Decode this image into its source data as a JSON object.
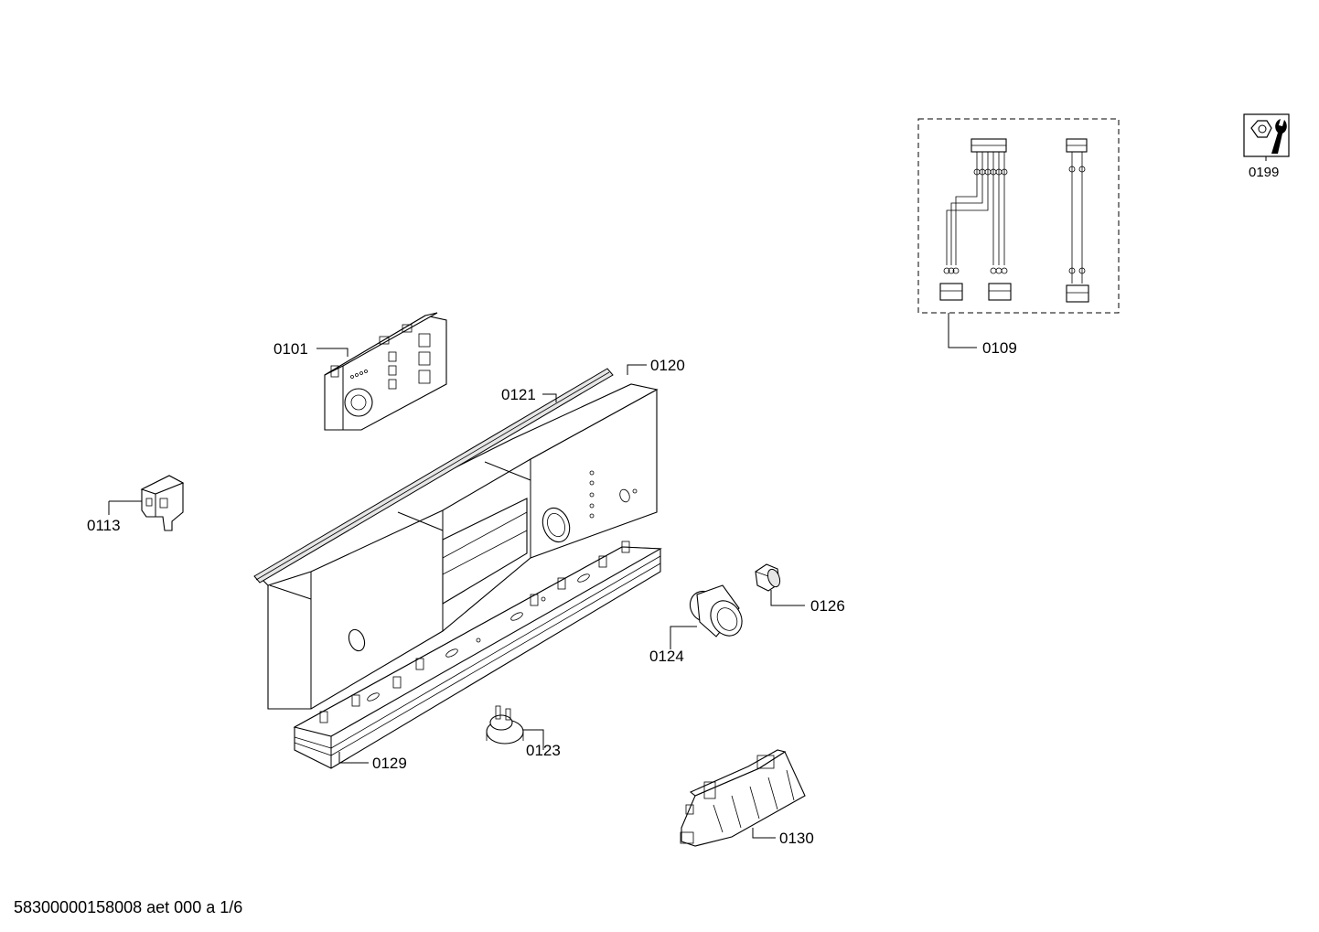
{
  "diagram": {
    "footer_code": "58300000158008 aet 000 a 1/6",
    "tool_icon": {
      "name": "wrench-nut-icon",
      "label": "0199"
    },
    "parts": [
      {
        "id": "0101",
        "label": "0101"
      },
      {
        "id": "0109",
        "label": "0109"
      },
      {
        "id": "0113",
        "label": "0113"
      },
      {
        "id": "0120",
        "label": "0120"
      },
      {
        "id": "0121",
        "label": "0121"
      },
      {
        "id": "0123",
        "label": "0123"
      },
      {
        "id": "0124",
        "label": "0124"
      },
      {
        "id": "0126",
        "label": "0126"
      },
      {
        "id": "0129",
        "label": "0129"
      },
      {
        "id": "0130",
        "label": "0130"
      }
    ]
  }
}
